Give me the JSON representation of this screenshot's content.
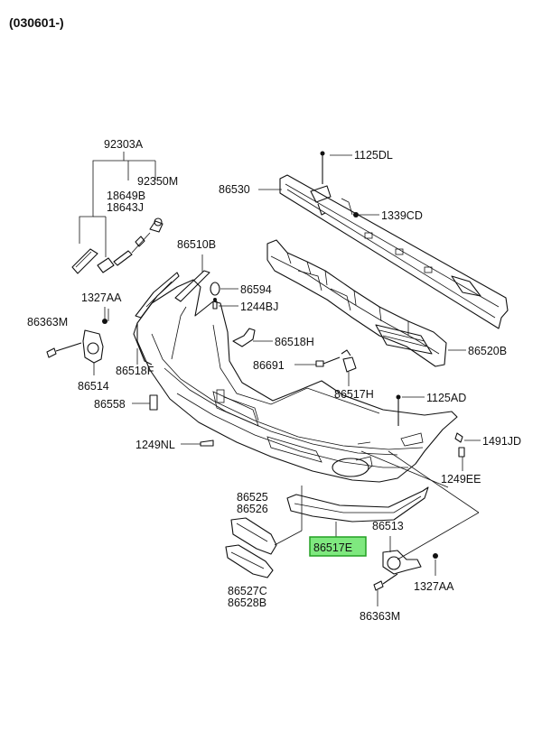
{
  "header": {
    "code": "(030601-)"
  },
  "colors": {
    "highlight_fill": "#7fe87f",
    "highlight_stroke": "#22a022",
    "line": "#111111"
  },
  "parts": [
    {
      "id": "p92303A",
      "label": "92303A"
    },
    {
      "id": "p92350M",
      "label": "92350M"
    },
    {
      "id": "p18649B",
      "label": "18649B"
    },
    {
      "id": "p18643J",
      "label": "18643J"
    },
    {
      "id": "p1125DL",
      "label": "1125DL"
    },
    {
      "id": "p86530",
      "label": "86530"
    },
    {
      "id": "p1339CD",
      "label": "1339CD"
    },
    {
      "id": "p86510B",
      "label": "86510B"
    },
    {
      "id": "p86594",
      "label": "86594"
    },
    {
      "id": "p1327AA_top",
      "label": "1327AA"
    },
    {
      "id": "p1244BJ",
      "label": "1244BJ"
    },
    {
      "id": "p86363M_top",
      "label": "86363M"
    },
    {
      "id": "p86518H",
      "label": "86518H"
    },
    {
      "id": "p86520B",
      "label": "86520B"
    },
    {
      "id": "p86691",
      "label": "86691"
    },
    {
      "id": "p86518F",
      "label": "86518F"
    },
    {
      "id": "p86514",
      "label": "86514"
    },
    {
      "id": "p86517H",
      "label": "86517H"
    },
    {
      "id": "p86558",
      "label": "86558"
    },
    {
      "id": "p1125AD",
      "label": "1125AD"
    },
    {
      "id": "p1249NL",
      "label": "1249NL"
    },
    {
      "id": "p1491JD",
      "label": "1491JD"
    },
    {
      "id": "p1249EE",
      "label": "1249EE"
    },
    {
      "id": "p86525",
      "label": "86525"
    },
    {
      "id": "p86526",
      "label": "86526"
    },
    {
      "id": "p86513",
      "label": "86513"
    },
    {
      "id": "p86517E",
      "label": "86517E",
      "highlighted": true
    },
    {
      "id": "p86527C",
      "label": "86527C"
    },
    {
      "id": "p86528B",
      "label": "86528B"
    },
    {
      "id": "p1327AA_bot",
      "label": "1327AA"
    },
    {
      "id": "p86363M_bot",
      "label": "86363M"
    }
  ]
}
